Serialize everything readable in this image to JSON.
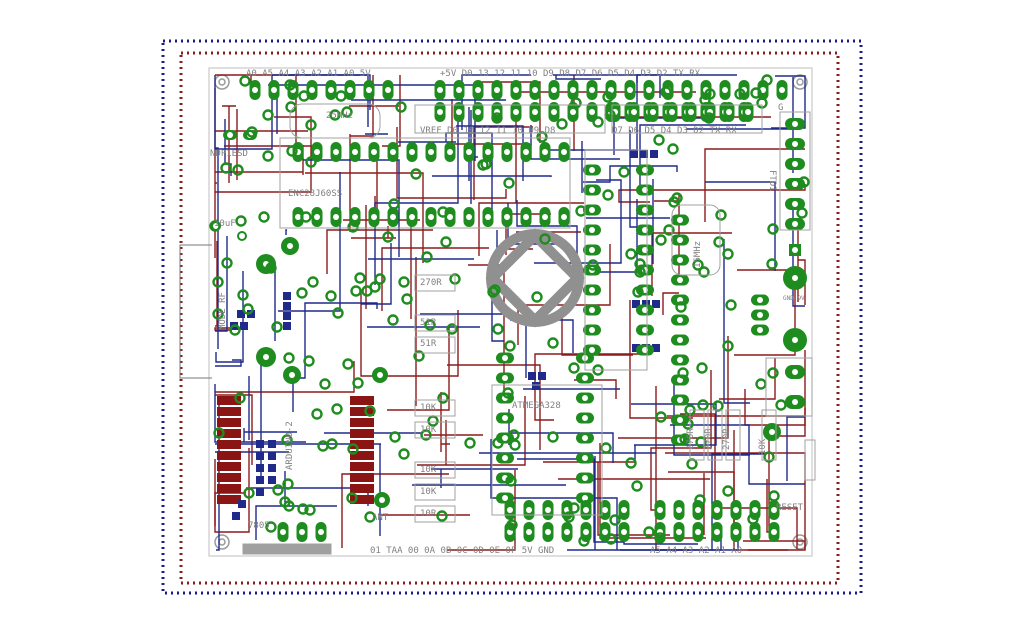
{
  "colors": {
    "background": "#ffffff",
    "outline_blue": "#1a1a8c",
    "outline_red": "#8c1a1a",
    "trace_top": "#8b1c1c",
    "trace_bottom": "#1f2a8a",
    "pad": "#1e8c1e",
    "silk": "#8a8a8a",
    "smd_pad": "#8b1515",
    "logo": "#909090"
  },
  "labels": {
    "top_header_left": "A0 A5 A4 A3 A2 A1 A0 5V",
    "top_header_right": "+5V D0 13 12 11 10 D9 D8 D7 D6 D5 D4 D3 D2 TX RX",
    "crystal": "25MHz",
    "second_header": "VREF D0 13 12 11 10 D9 D8",
    "second_header_right": "D7 D6 D5 D4 D3 D2 TX RX",
    "ic_left_top": "NDP1ESD",
    "ic_enc": "ENC28J60SS",
    "cap_left": "10uF",
    "rf_label": "MODE RF",
    "right_connector": "FTDI",
    "g_label": "G",
    "resistors_mid": [
      "270R",
      "51R",
      "51R",
      "10K",
      "10K",
      "10K",
      "10K",
      "10R"
    ],
    "resistors_right": [
      "270R",
      "270R",
      "270R",
      "10K"
    ],
    "crystal_right": "16MHz",
    "mcu": "ATMEGA328",
    "ant_label": "ANT",
    "reg_label": "7805",
    "rst_label": "RESET",
    "bottom_header_left": "01 TAA 00 0A 0B 0C 0D 0E 0F 5V GND",
    "bottom_header_right": "A5 A4 A3 A2 A1 A0",
    "power_label": "GND 9V",
    "rfcomm": "ARDUINO-2"
  }
}
